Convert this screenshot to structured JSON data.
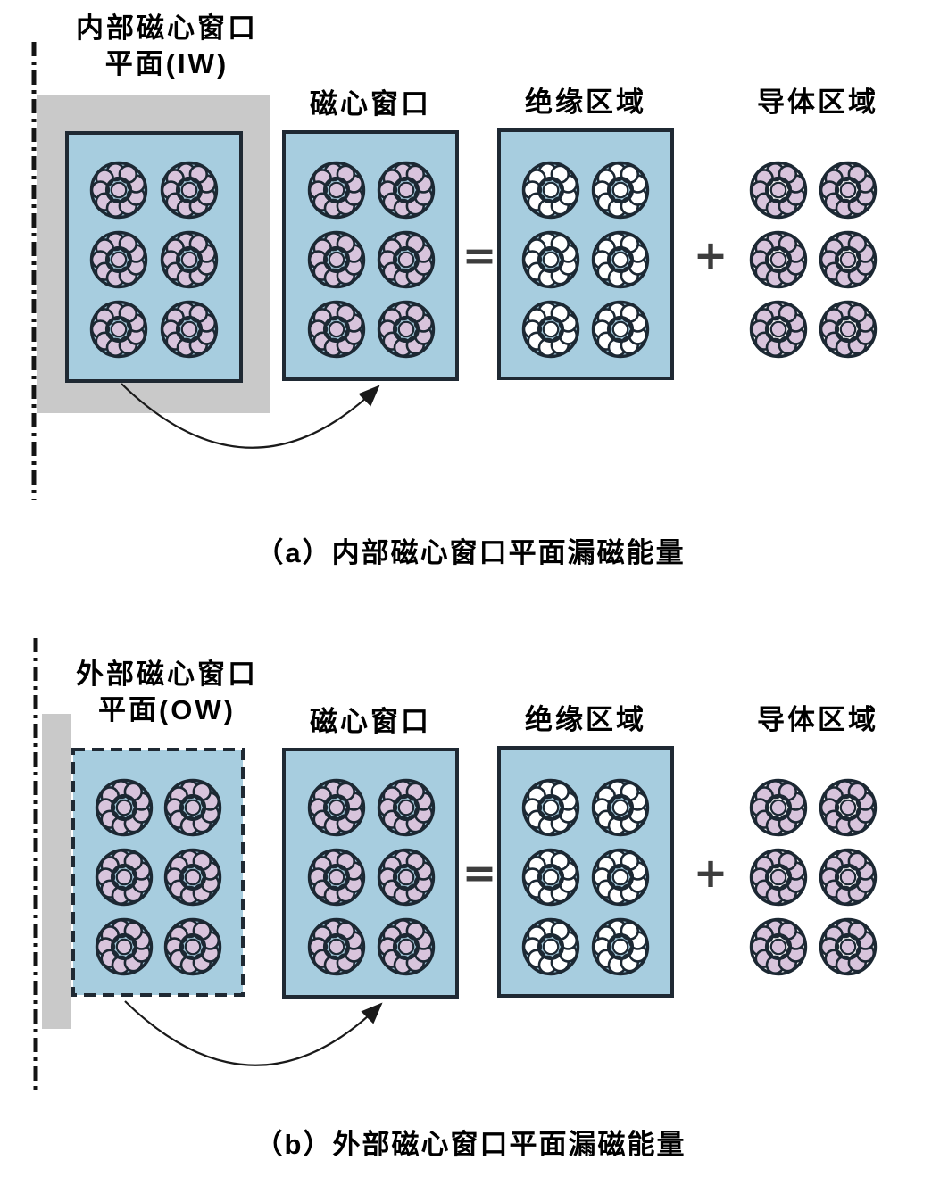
{
  "figure": {
    "panel_a": {
      "plane_label_line1": "内部磁心窗口",
      "plane_label_line2": "平面(IW)",
      "window_label": "磁心窗口",
      "insulation_label": "绝缘区域",
      "conductor_label": "导体区域",
      "equals_sign": "=",
      "plus_sign": "+",
      "caption": "（a）内部磁心窗口平面漏磁能量"
    },
    "panel_b": {
      "plane_label_line1": "外部磁心窗口",
      "plane_label_line2": "平面(OW)",
      "window_label": "磁心窗口",
      "insulation_label": "绝缘区域",
      "conductor_label": "导体区域",
      "equals_sign": "=",
      "plus_sign": "+",
      "caption": "（b）外部磁心窗口平面漏磁能量"
    },
    "colors": {
      "window_fill": "#a7cddf",
      "core_gray": "#c9c9c9",
      "conductor_strand": "#d8c4dc",
      "insulation_strand": "#ffffff",
      "conductor_background": "#ffffff",
      "outline_dark": "#1c2833",
      "box_border": "#1f2933",
      "axis_line": "#141414",
      "arrow_color": "#1a1a1a",
      "symbol_color": "#3d3d3d",
      "background": "#ffffff"
    },
    "bundle": {
      "bundles_per_window": 6,
      "rows": 3,
      "cols": 2,
      "ring_strands": 9,
      "center_strands": 1
    }
  }
}
